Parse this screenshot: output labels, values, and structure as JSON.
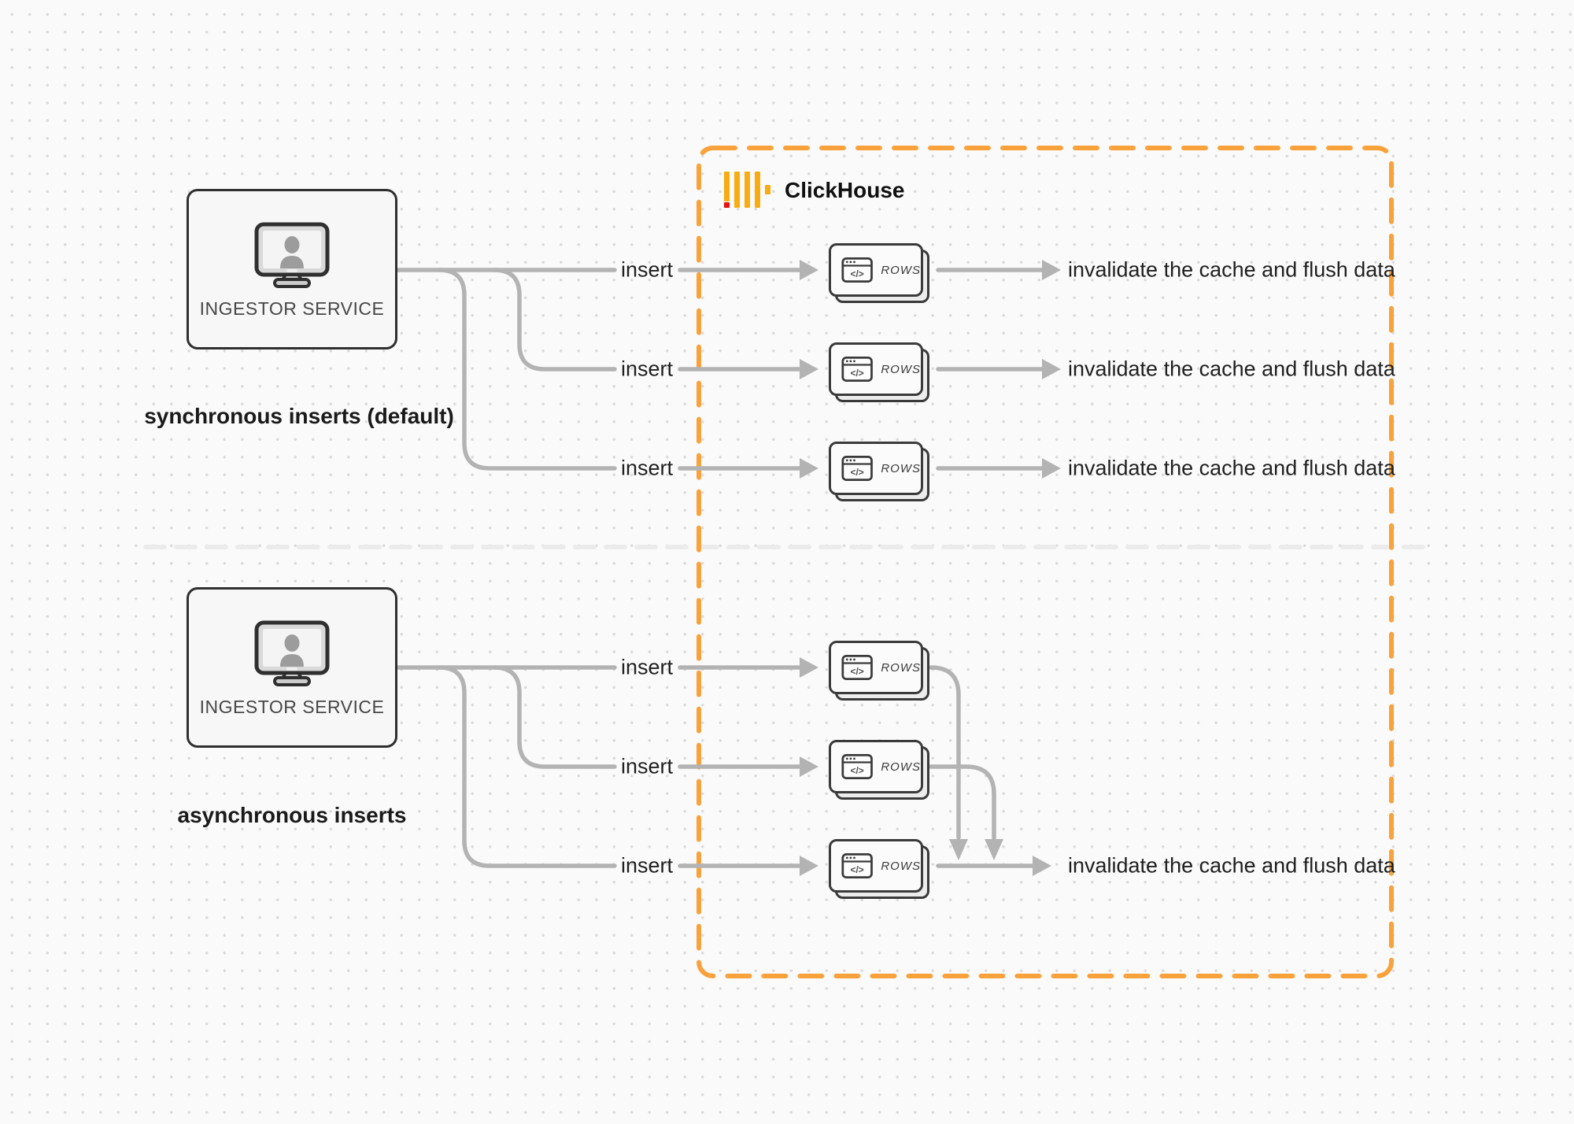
{
  "colors": {
    "accent_orange": "#F9A23C",
    "logo_yellow": "#F9AC12",
    "logo_red": "#E91010",
    "line_gray": "#B3B3B3",
    "divider_gray": "#EBEBEB"
  },
  "clickhouse": {
    "label": "ClickHouse"
  },
  "sync": {
    "node_label": "INGESTOR SERVICE",
    "caption": "synchronous inserts (default)"
  },
  "async": {
    "node_label": "INGESTOR SERVICE",
    "caption": "asynchronous inserts"
  },
  "labels": {
    "insert": "insert",
    "rows": "ROWS",
    "code_glyph": "</>",
    "invalidate": "invalidate the cache and flush data"
  }
}
